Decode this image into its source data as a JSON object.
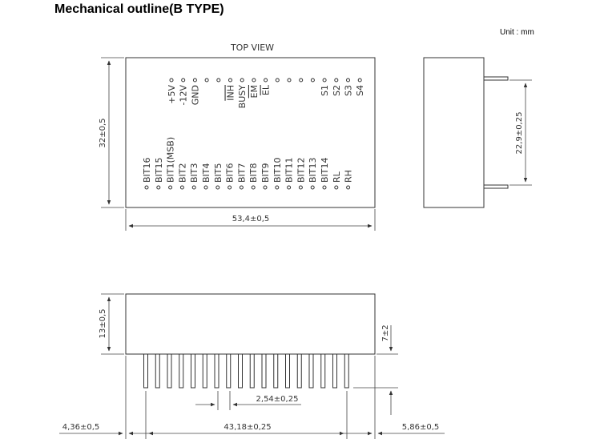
{
  "title": "Mechanical outline(B TYPE)",
  "unit_label": "Unit : mm",
  "top_view": {
    "label": "TOP  VIEW",
    "pins_bottom": [
      "BIT16",
      "BIT15",
      "BIT1(MSB)",
      "BIT2",
      "BIT3",
      "BIT4",
      "BIT5",
      "BIT6",
      "BIT7",
      "BIT8",
      "BIT9",
      "BIT10",
      "BIT11",
      "BIT12",
      "BIT13",
      "BIT14",
      "RL",
      "RH"
    ],
    "pins_top": [
      "+5V",
      "-12V",
      "GND",
      "",
      "",
      "INH",
      "BUSY",
      "EM",
      "EL",
      "",
      "",
      "",
      "",
      "S1",
      "S2",
      "S3",
      "S4"
    ],
    "height_dim": "32±0,5",
    "width_dim": "53,4±0,5"
  },
  "side_view": {
    "pin_span_dim": "22,9±0,25"
  },
  "front_view": {
    "height_dim": "13±0,5",
    "pin_length_dim": "7±2",
    "pitch_dim": "2,54±0,25",
    "pin_row_dim": "43,18±0,25",
    "left_offset_dim": "4,36±0,5",
    "right_offset_dim": "5,86±0,5"
  }
}
